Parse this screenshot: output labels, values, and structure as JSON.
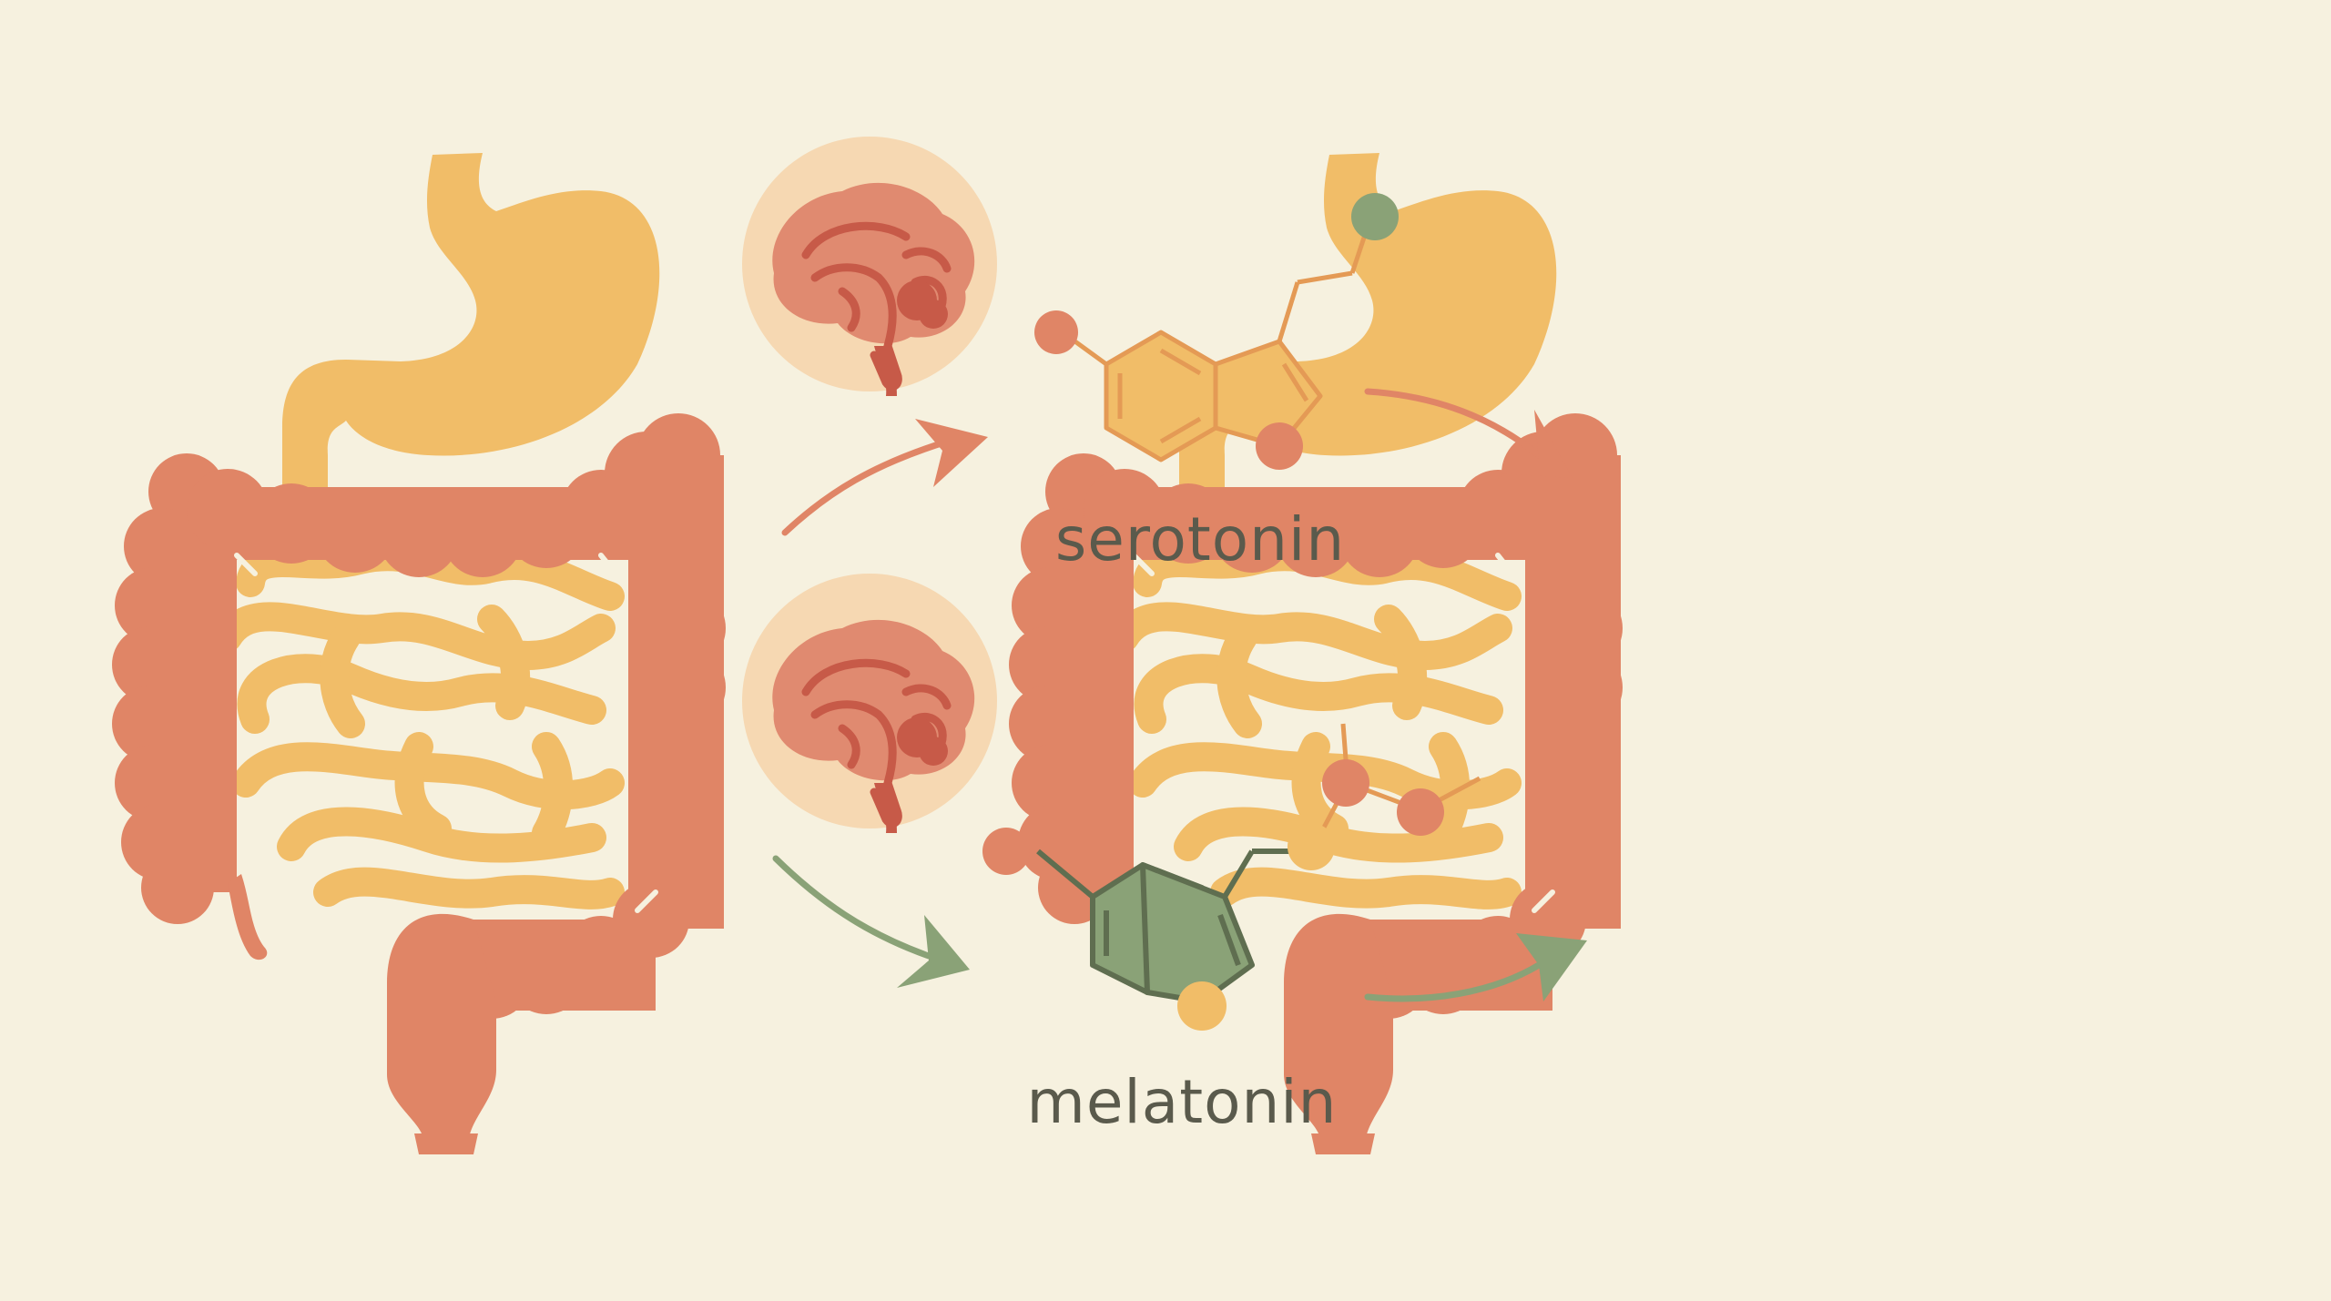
{
  "labels": {
    "serotonin": "serotonin",
    "melatonin": "melatonin"
  },
  "colors": {
    "background": "#f6f1df",
    "colon": "#e08566",
    "stomach_small_intestine": "#f1bd68",
    "brain_circle": "#f6d8b2",
    "brain": "#e08a70",
    "brain_detail": "#c75a48",
    "serotonin_molecule": "#e49a55",
    "melatonin_molecule": "#8aa277",
    "arrow_serotonin": "#e08566",
    "arrow_melatonin": "#8aa277"
  },
  "icons": [
    "digestive-system-left",
    "brain-top",
    "brain-bottom",
    "serotonin-molecule",
    "melatonin-molecule",
    "digestive-system-right",
    "arrow-icons"
  ]
}
